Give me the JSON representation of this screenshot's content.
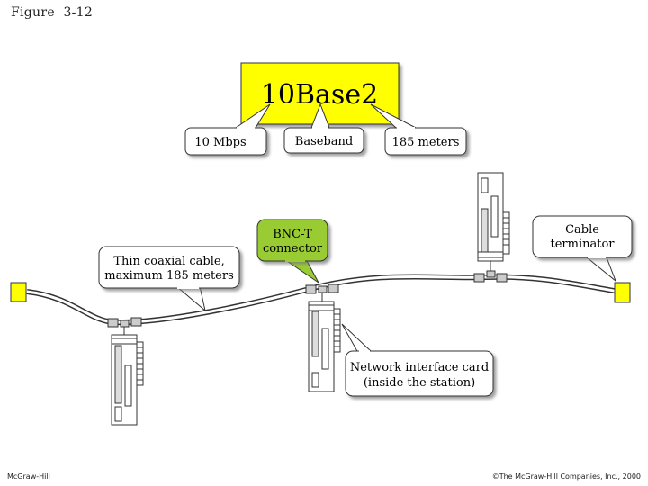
{
  "figure_title": "Figure  3-12",
  "main_label": "10Base2",
  "properties": [
    "10 Mbps",
    "Baseband",
    "185 meters"
  ],
  "callouts": {
    "cable": [
      "Thin coaxial cable,",
      "maximum 185 meters"
    ],
    "bnc": [
      "BNC-T",
      "connector"
    ],
    "terminator": [
      "Cable",
      "terminator"
    ],
    "nic": [
      "Network interface card",
      "(inside the station)"
    ]
  },
  "colors": {
    "title_fill": "#ffff00",
    "bnc_callout_fill": "#99cc33",
    "terminator_fill": "#ffff00",
    "callout_fill": "#ffffff",
    "stroke": "#333333"
  },
  "footer": {
    "left": "McGraw-Hill",
    "right": "©The McGraw-Hill Companies, Inc., 2000"
  }
}
